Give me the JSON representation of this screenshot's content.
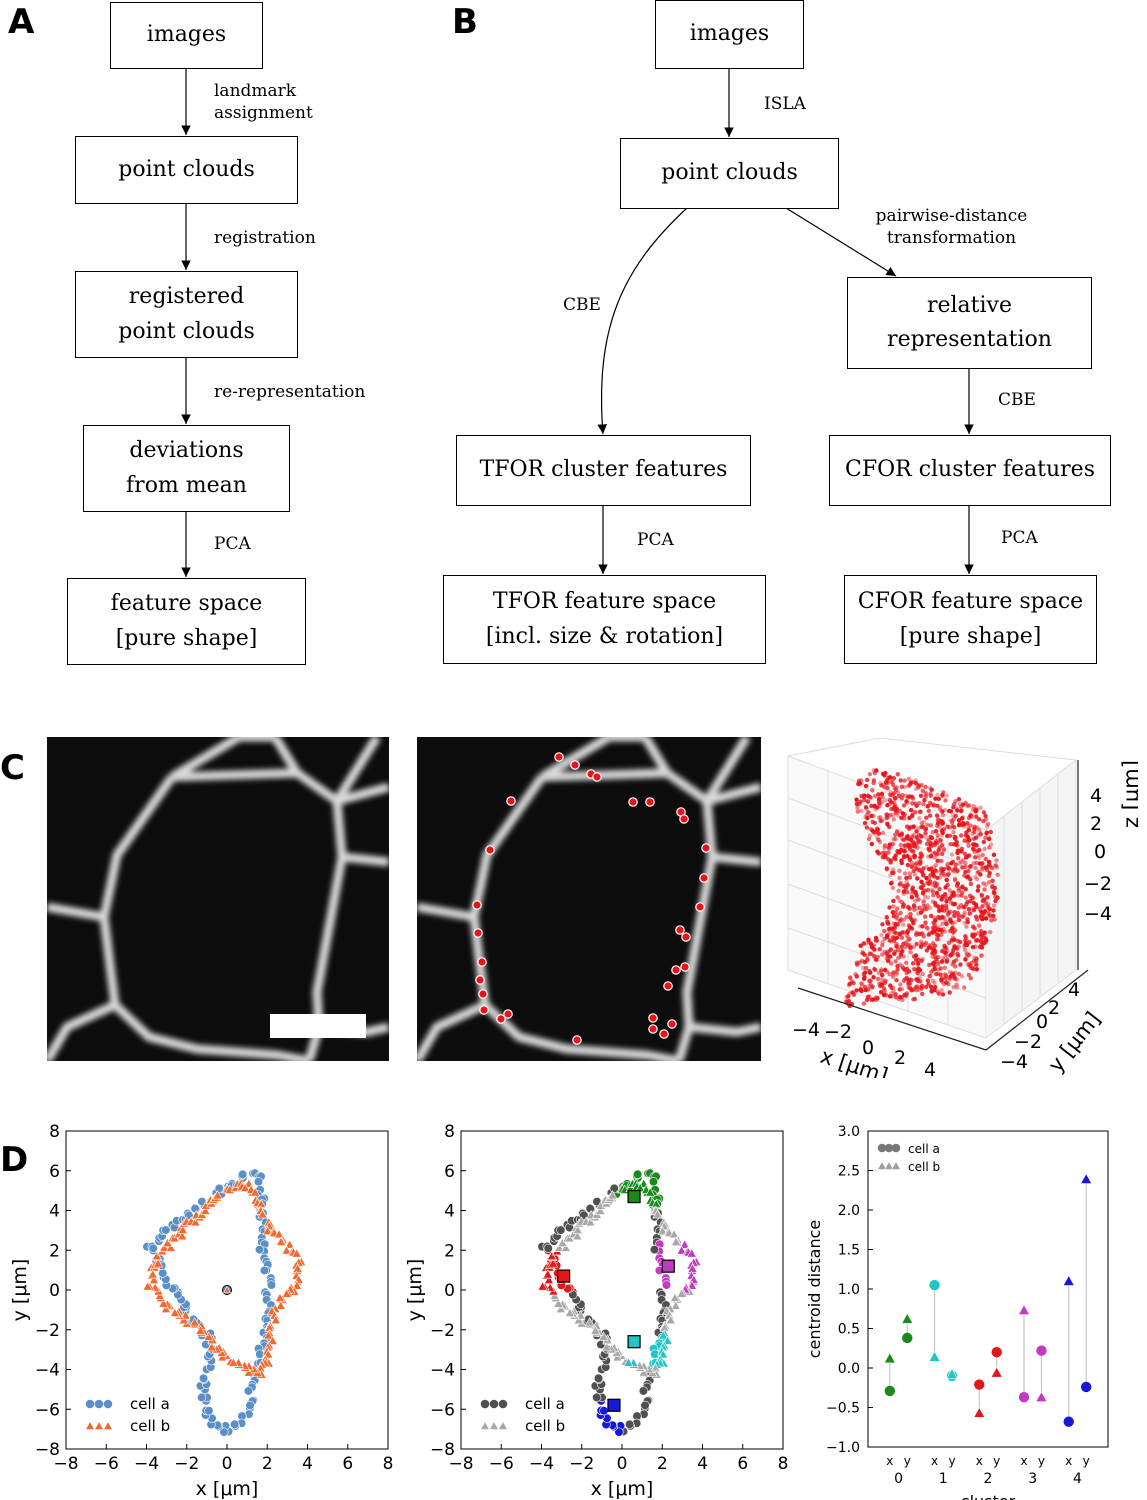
{
  "panels": [
    "A",
    "B",
    "C",
    "D"
  ],
  "flowA": {
    "boxes": [
      {
        "lines": [
          "images"
        ]
      },
      {
        "lines": [
          "point clouds"
        ]
      },
      {
        "lines": [
          "registered",
          "point clouds"
        ]
      },
      {
        "lines": [
          "deviations",
          "from mean"
        ]
      },
      {
        "lines": [
          "feature space",
          "[pure shape]"
        ]
      }
    ],
    "edges": [
      {
        "lines": [
          "landmark",
          "assignment"
        ]
      },
      {
        "lines": [
          "registration"
        ]
      },
      {
        "lines": [
          "re-representation"
        ]
      },
      {
        "lines": [
          "PCA"
        ]
      }
    ]
  },
  "flowB": {
    "boxes": [
      {
        "lines": [
          "images"
        ]
      },
      {
        "lines": [
          "point clouds"
        ]
      },
      {
        "lines": [
          "relative",
          "representation"
        ]
      },
      {
        "lines": [
          "TFOR cluster features"
        ]
      },
      {
        "lines": [
          "CFOR cluster features"
        ]
      },
      {
        "lines": [
          "TFOR feature space",
          "[incl. size & rotation]"
        ]
      },
      {
        "lines": [
          "CFOR feature space",
          "[pure shape]"
        ]
      }
    ],
    "edges": [
      {
        "lines": [
          "ISLA"
        ]
      },
      {
        "lines": [
          "pairwise-distance",
          "transformation"
        ]
      },
      {
        "lines": [
          "CBE"
        ]
      },
      {
        "lines": [
          "CBE"
        ]
      },
      {
        "lines": [
          "PCA"
        ]
      },
      {
        "lines": [
          "PCA"
        ]
      }
    ]
  },
  "panelC": {
    "plot3d": {
      "xlabel": "x [μm]",
      "ylabel": "y [μm]",
      "zlabel": "z [μm]",
      "xticks": [
        "−4",
        "−2",
        "0",
        "2",
        "4"
      ],
      "yticks": [
        "−4",
        "−2",
        "0",
        "2",
        "4"
      ],
      "zticks": [
        "4",
        "2",
        "0",
        "−2",
        "−4"
      ],
      "color": "#e8141b"
    }
  },
  "panelD": {
    "ticks": [
      "−8",
      "−6",
      "−4",
      "−2",
      "0",
      "2",
      "4",
      "6",
      "8"
    ],
    "xlabel": "x [μm]",
    "ylabel": "y [μm]",
    "legend1": [
      "cell a",
      "cell b"
    ],
    "legend2": [
      "cell a",
      "cell b"
    ],
    "legend3": [
      "cell a",
      "cell b"
    ],
    "colors": {
      "cell_a": "#5b8fc6",
      "cell_b": "#f26a2e",
      "gray_a": "#505050",
      "gray_b": "#a8a8a8"
    },
    "cluster_colors": [
      "#1a8a1a",
      "#22c4c4",
      "#e01818",
      "#c23ac2",
      "#1818d8"
    ]
  },
  "chart_data": {
    "type": "scatter",
    "xlabel": "cluster",
    "ylabel": "centroid distance",
    "ylim": [
      -1.0,
      3.0
    ],
    "yticks": [
      "−1.0",
      "−0.5",
      "0.0",
      "0.5",
      "1.0",
      "1.5",
      "2.0",
      "2.5",
      "3.0"
    ],
    "categories": [
      "0",
      "1",
      "2",
      "3",
      "4"
    ],
    "subcategories": [
      "x",
      "y"
    ],
    "series": [
      {
        "name": "cell a",
        "marker": "circle",
        "values": [
          [
            -0.29,
            0.38
          ],
          [
            1.05,
            -0.1
          ],
          [
            -0.21,
            0.2
          ],
          [
            -0.37,
            0.22
          ],
          [
            -0.68,
            -0.24
          ]
        ]
      },
      {
        "name": "cell b",
        "marker": "triangle",
        "values": [
          [
            0.12,
            0.62
          ],
          [
            0.14,
            -0.08
          ],
          [
            -0.57,
            -0.06
          ],
          [
            0.73,
            -0.37
          ],
          [
            1.1,
            2.39
          ]
        ]
      }
    ]
  }
}
